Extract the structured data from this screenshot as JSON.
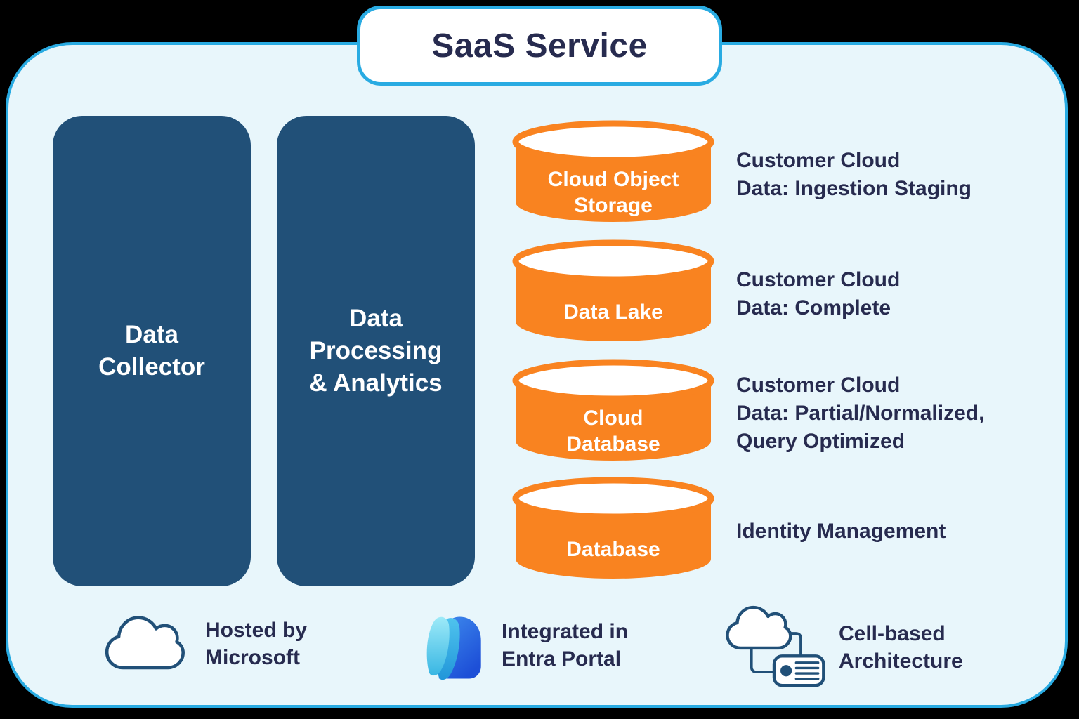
{
  "colors": {
    "border_blue": "#29ABE2",
    "panel_bg": "#E8F6FB",
    "navy": "#272B4F",
    "pillar_blue": "#215078",
    "orange": "#F98320"
  },
  "title": {
    "label": "SaaS Service"
  },
  "pillars": [
    {
      "label": "Data\nCollector"
    },
    {
      "label": "Data\nProcessing\n& Analytics"
    }
  ],
  "cylinders": [
    {
      "label": "Cloud Object\nStorage",
      "annotation": "Customer Cloud\nData: Ingestion Staging"
    },
    {
      "label": "Data Lake",
      "annotation": "Customer Cloud\nData: Complete"
    },
    {
      "label": "Cloud\nDatabase",
      "annotation": "Customer Cloud\nData: Partial/Normalized,\nQuery Optimized"
    },
    {
      "label": "Database",
      "annotation": "Identity Management"
    }
  ],
  "footer": [
    {
      "icon": "cloud-icon",
      "label": "Hosted by\nMicrosoft"
    },
    {
      "icon": "entra-logo-icon",
      "label": "Integrated in\nEntra Portal"
    },
    {
      "icon": "cloud-cell-icon",
      "label": "Cell-based\nArchitecture"
    }
  ]
}
